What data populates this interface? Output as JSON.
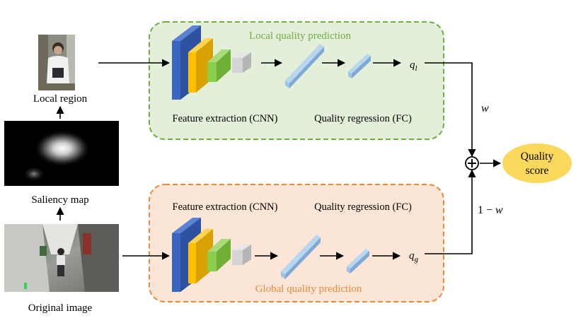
{
  "local_branch": {
    "title": "Local quality prediction",
    "feature_label": "Feature extraction (CNN)",
    "regression_label": "Quality regression (FC)",
    "output_symbol": "q",
    "output_subscript": "l"
  },
  "global_branch": {
    "title": "Global quality prediction",
    "feature_label": "Feature extraction (CNN)",
    "regression_label": "Quality regression (FC)",
    "output_symbol": "q",
    "output_subscript": "g"
  },
  "inputs": {
    "local_region_label": "Local region",
    "saliency_map_label": "Saliency map",
    "original_image_label": "Original image"
  },
  "fusion": {
    "weight_local": "w",
    "weight_global_prefix": "1 − ",
    "weight_global_var": "w",
    "operator_icon": "circled-plus",
    "output_line1": "Quality",
    "output_line2": "score"
  },
  "colors": {
    "local_box_fill": "#e3efd9",
    "local_box_stroke": "#6fae43",
    "local_title": "#6fae43",
    "global_box_fill": "#fbe5d6",
    "global_box_stroke": "#ec8a3c",
    "global_title": "#ec8a3c",
    "score_fill": "#fbd75b",
    "cnn_blue": "#3a66c2",
    "cnn_yellow": "#ffc000",
    "cnn_green": "#8ccd4e",
    "cnn_gray": "#d4d4d4",
    "fc_blue": "#9dc3e6"
  }
}
